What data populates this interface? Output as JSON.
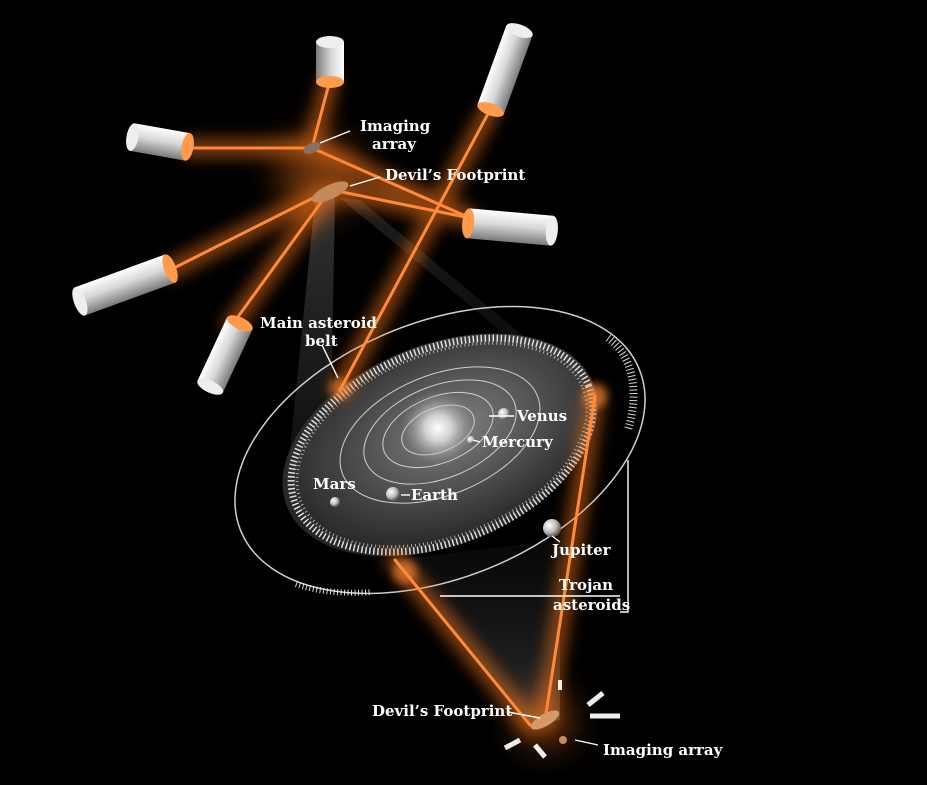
{
  "labels": {
    "imaging_array_top_line1": "Imaging",
    "imaging_array_top_line2": "array",
    "devils_footprint_top": "Devil’s Footprint",
    "main_asteroid_belt_line1": "Main asteroid",
    "main_asteroid_belt_line2": "belt",
    "venus": "Venus",
    "mercury": "Mercury",
    "mars": "Mars",
    "earth": "Earth",
    "jupiter": "Jupiter",
    "trojan_line1": "Trojan",
    "trojan_line2": "asteroids",
    "devils_footprint_bottom": "Devil’s Footprint",
    "imaging_array_bottom": "Imaging array"
  },
  "colors": {
    "background": "#000000",
    "laser": "#ff7a1a",
    "laser_core": "#ffd9b0",
    "orbit": "#cfcfcf",
    "text": "#ffffff"
  }
}
